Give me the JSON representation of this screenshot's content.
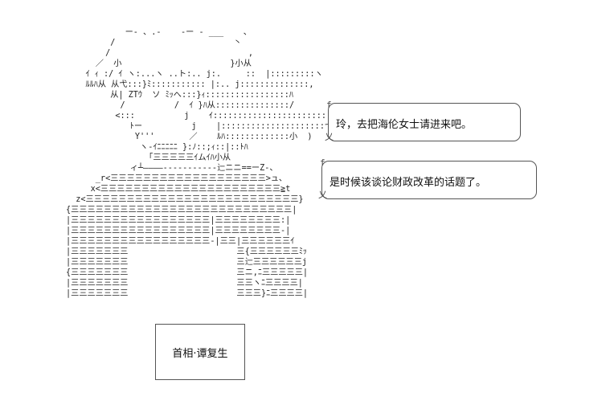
{
  "scene": {
    "ascii_art": [
      "            ー- 、.-    ‐ー ‐ ___    、",
      "         /                        丶",
      "        /                            ,",
      "      ／  小                      }小从",
      "    ｲ ｨ :/ ｲ ヽ:...ヽ ..ト:.. j:.     ::  |:::::::::ヽ",
      "    ﾙﾙﾊ从 从弋:::}ﾐ::::::::::: |:.. j::::::::::::::,",
      "         从| ZTｳ  ソ ﾐｯへ:::}ｨ:::::::::::::::::ﾊ",
      "           /          /  ｲ }ﾊ从:::::::::::::::/",
      "          <:::          j    ｲ:::::::::::::::::::::::しｲ",
      "             ﾄー          j    |:::::::::::::::::::::弋´",
      "              Y'''       ／    ﾙﾊ:::::::::::::小  )",
      "               ヽ-ｲﾆﾆﾆﾆﾆ }:ﾉ::;ｨ::|::ﾄﾊ",
      "                「三三三三三ｲムｲﾊ小从",
      "             ィ┴――――-----------辷ニニ==ーZ-、",
      "      _r<三三三三三三三三三三三三三三三三三三三>ュ、",
      "     x<三三三三三三三三三三三三三三三三三三三三三三≧t",
      "  z<三三三三三三三三三三三三三三三三三三三三三三三三三三}",
      "{三三三三三三三三三三三三三三三三三三三三三三三三三三三|",
      "|三三三三三三三三三三三三三三三三三|三三三三三三三三:|",
      "|三三三三三三三三三三三三三三三三三|三三三三三三三三-|",
      "|三三三三三三三三三三三三三三三三三-|三三|三三三三三三ｲ",
      "|三三三三三三三                      三{三三三三三三ﾐｯ",
      "|三三三三三三三                      三辷三三三三三三j",
      "{三三三三三三三                      三ニ,ﾆ三三三三三|",
      "|三三三三三三三                      三三ヽﾆ三三三三|",
      "|三三三三三三三                      三三三}ﾆ三三三三|"
    ]
  },
  "bubbles": [
    {
      "line": "玲，去把海伦女士请进来吧。",
      "open_mark": "f",
      "tail_mark": "乂"
    },
    {
      "line": "是时候该谈论财政改革的话题了。",
      "open_mark": "f",
      "tail_mark": "乂"
    }
  ],
  "nameplate": {
    "label": "首相·谭复生"
  }
}
